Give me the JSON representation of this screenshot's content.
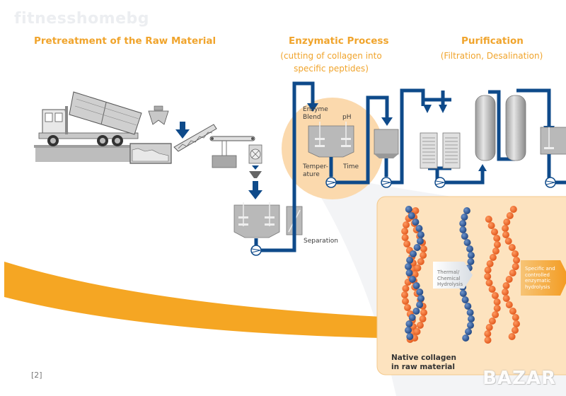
{
  "watermark": "fitnesshomebg",
  "sections": {
    "pretreatment": {
      "title": "Pretreatment of the Raw Material"
    },
    "enzymatic": {
      "title": "Enzymatic Process",
      "subtitle_line1": "(cutting of collagen into",
      "subtitle_line2": "specific peptides)"
    },
    "purification": {
      "title": "Purification",
      "subtitle": "(Filtration, Desalination)"
    }
  },
  "labels": {
    "enzyme_blend_1": "Enzyme",
    "enzyme_blend_2": "Blend",
    "ph": "pH",
    "temperature_1": "Temper-",
    "temperature_2": "ature",
    "time": "Time",
    "separation": "Separation"
  },
  "collagen_panel": {
    "title_line1": "Native collagen",
    "title_line2": "in raw material",
    "arrow1_lines": [
      "Thermal/",
      "Chemical",
      "Hydrolysis"
    ],
    "arrow2_lines": [
      "Specific and",
      "controlled",
      "enzymatic",
      "hydrolysis"
    ]
  },
  "page_number": "[2]",
  "bazar_logo": "BAZAR",
  "colors": {
    "orange_heading": "#f0a42c",
    "pipe_blue": "#0e4a8a",
    "band_orange": "#f5a623",
    "panel_bg": "#fde3bf",
    "strand_orange": "#f06a2a",
    "strand_blue": "#2b5a9a"
  }
}
